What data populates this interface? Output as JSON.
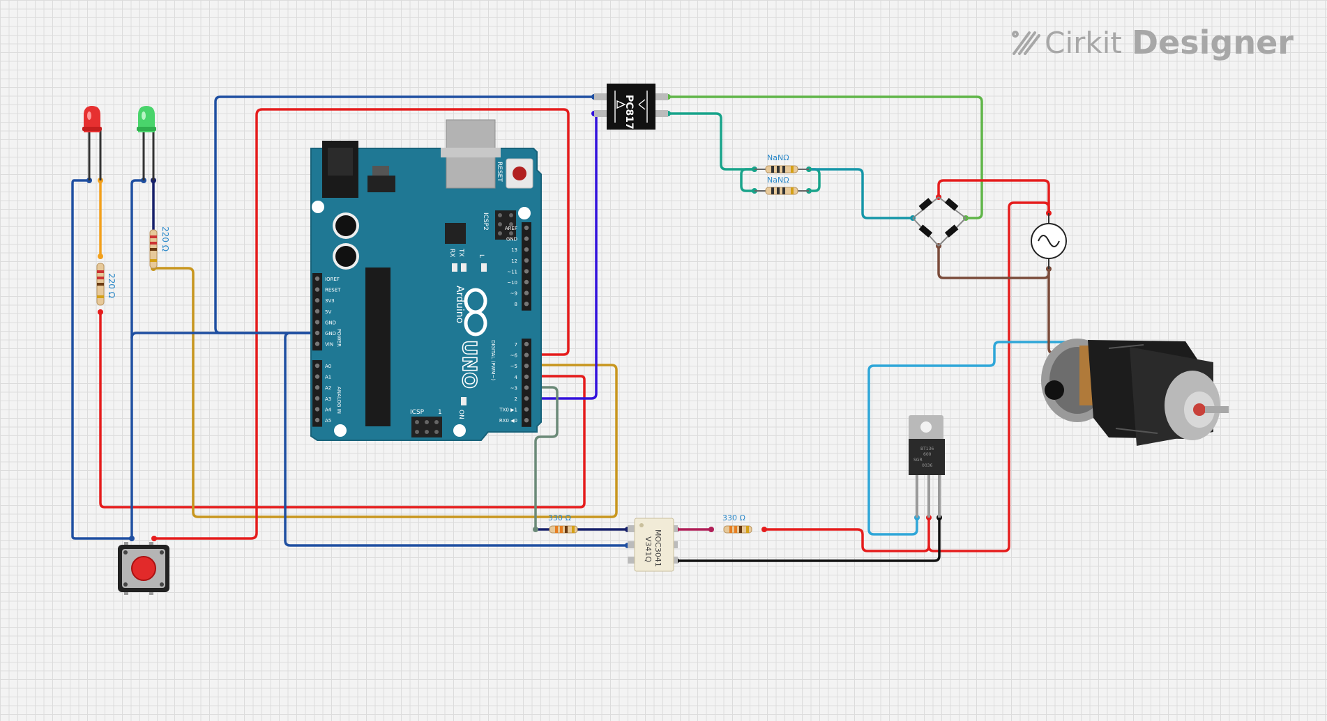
{
  "branding": {
    "name_part1": "Cirkit",
    "name_part2": "Designer"
  },
  "arduino": {
    "brand": "Arduino",
    "model": "UNO",
    "reset_label": "RESET",
    "icsp2_label": "ICSP2",
    "icsp_label": "ICSP",
    "icsp_pin1": "1",
    "on_label": "ON",
    "l_label": "L",
    "tx_label": "TX",
    "rx_label": "RX",
    "power_header": "POWER",
    "analog_header": "ANALOG IN",
    "digital_header": "DIGITAL (PWM~)",
    "power_pins": [
      "IOREF",
      "RESET",
      "3V3",
      "5V",
      "GND",
      "GND",
      "VIN"
    ],
    "analog_pins": [
      "A0",
      "A1",
      "A2",
      "A3",
      "A4",
      "A5"
    ],
    "digital_top_pins": [
      "AREF",
      "GND",
      "13",
      "12",
      "~11",
      "~10",
      "~9",
      "8"
    ],
    "digital_bottom_pins": [
      "7",
      "~6",
      "~5",
      "4",
      "~3",
      "2",
      "TX0 ▶1",
      "RX0 ◀0"
    ]
  },
  "components": {
    "optocoupler_pc817": {
      "label": "PC817"
    },
    "optocoupler_moc": {
      "line1": "MOC3041",
      "line2": "V341Q"
    },
    "resistors": [
      {
        "id": "r_red_led",
        "label": "220 Ω"
      },
      {
        "id": "r_green_led",
        "label": "220 Ω"
      },
      {
        "id": "r_moc_input",
        "label": "330 Ω"
      },
      {
        "id": "r_moc_output",
        "label": "330 Ω"
      },
      {
        "id": "r_sense_top",
        "label": "NaNΩ"
      },
      {
        "id": "r_sense_bottom",
        "label": "NaNΩ"
      }
    ],
    "triac": {
      "line1": "BT136",
      "line2": "600",
      "line3": "SGR",
      "line4": "0036"
    },
    "ac_source_symbol": "~"
  },
  "colors": {
    "wire_red": "#e51c1c",
    "wire_blue": "#1f4fa1",
    "wire_violet": "#3312dc",
    "wire_orange": "#f2a01c",
    "wire_gold": "#c8961e",
    "wire_green": "#5fb548",
    "wire_teal": "#17a38a",
    "wire_cyan_teal": "#1596a8",
    "wire_sky": "#2ea6d8",
    "wire_brown": "#7a4b3a",
    "wire_gray": "#6b8a78",
    "wire_navy": "#17216b",
    "wire_black": "#111111",
    "board_teal": "#1f7894"
  }
}
